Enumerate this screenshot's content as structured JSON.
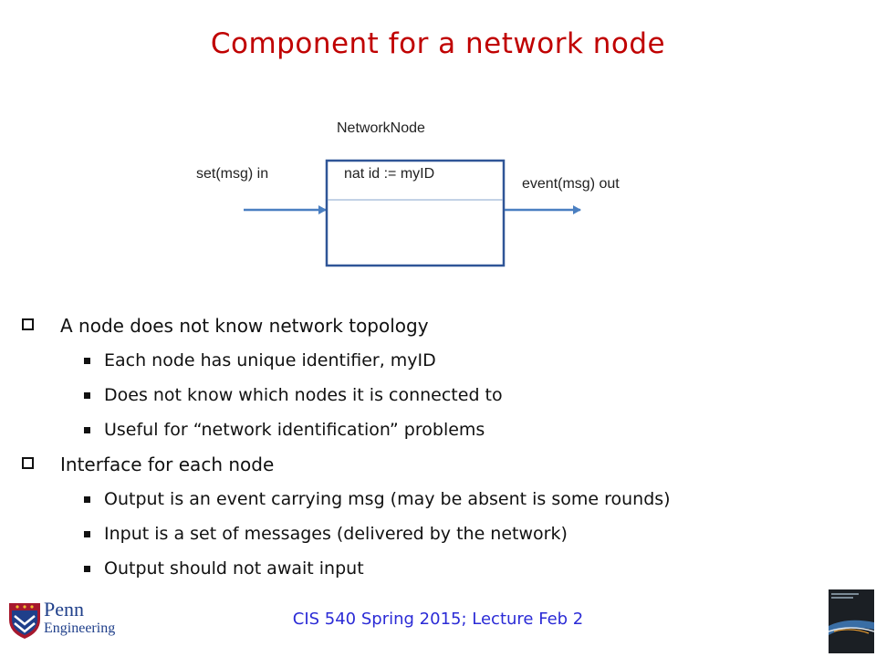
{
  "slide": {
    "title": "Component for a network node"
  },
  "diagram": {
    "component_name": "NetworkNode",
    "input_label": "set(msg)  in",
    "output_label": "event(msg) out",
    "state_label": "nat id := myID"
  },
  "bullets": [
    {
      "text": "A node does not know network topology",
      "children": [
        "Each node has unique identifier, myID",
        "Does not know which nodes it is connected to",
        "Useful for “network identification” problems"
      ]
    },
    {
      "text": "Interface for each node",
      "children": [
        "Output is an event carrying msg (may be absent is some rounds)",
        "Input is a set of messages (delivered by the network)",
        "Output should not await input"
      ]
    }
  ],
  "footer": {
    "text": "CIS 540 Spring 2015;  Lecture Feb 2"
  },
  "logo": {
    "line1": "Penn",
    "line2": "Engineering"
  },
  "colors": {
    "title": "#c00000",
    "footer": "#2b2bd6",
    "arrow": "#4a7fc1",
    "box_border": "#2f5597"
  }
}
